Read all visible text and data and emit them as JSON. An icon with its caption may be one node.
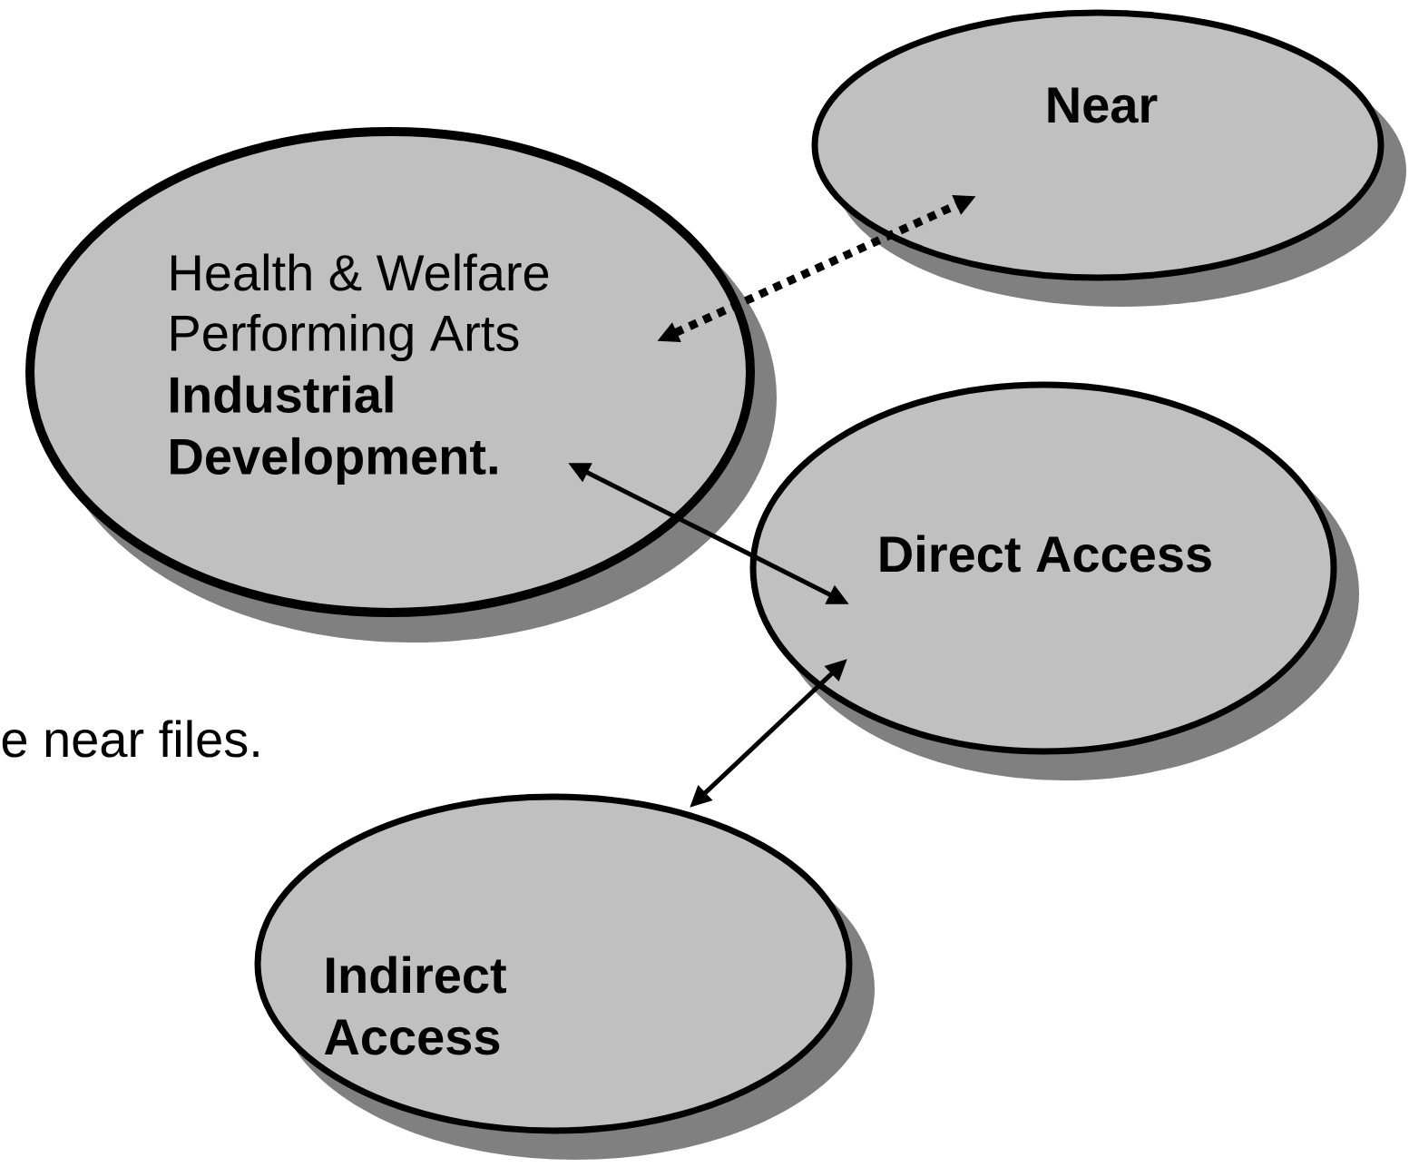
{
  "diagram": {
    "nodes": [
      {
        "text": [
          "Health & Welfare",
          "Performing Arts",
          "Industrial Development."
        ]
      },
      {
        "text": [
          "Near"
        ]
      },
      {
        "text": [
          "Direct Access"
        ]
      },
      {
        "text": [
          "Indirect Access"
        ]
      }
    ],
    "edges": [
      {
        "from": 0,
        "to": 1,
        "arrow": "both",
        "style": "dashed"
      },
      {
        "from": 0,
        "to": 2,
        "arrow": "both"
      },
      {
        "from": 2,
        "to": 3,
        "arrow": "both"
      }
    ],
    "labels": [
      "e near files."
    ]
  }
}
